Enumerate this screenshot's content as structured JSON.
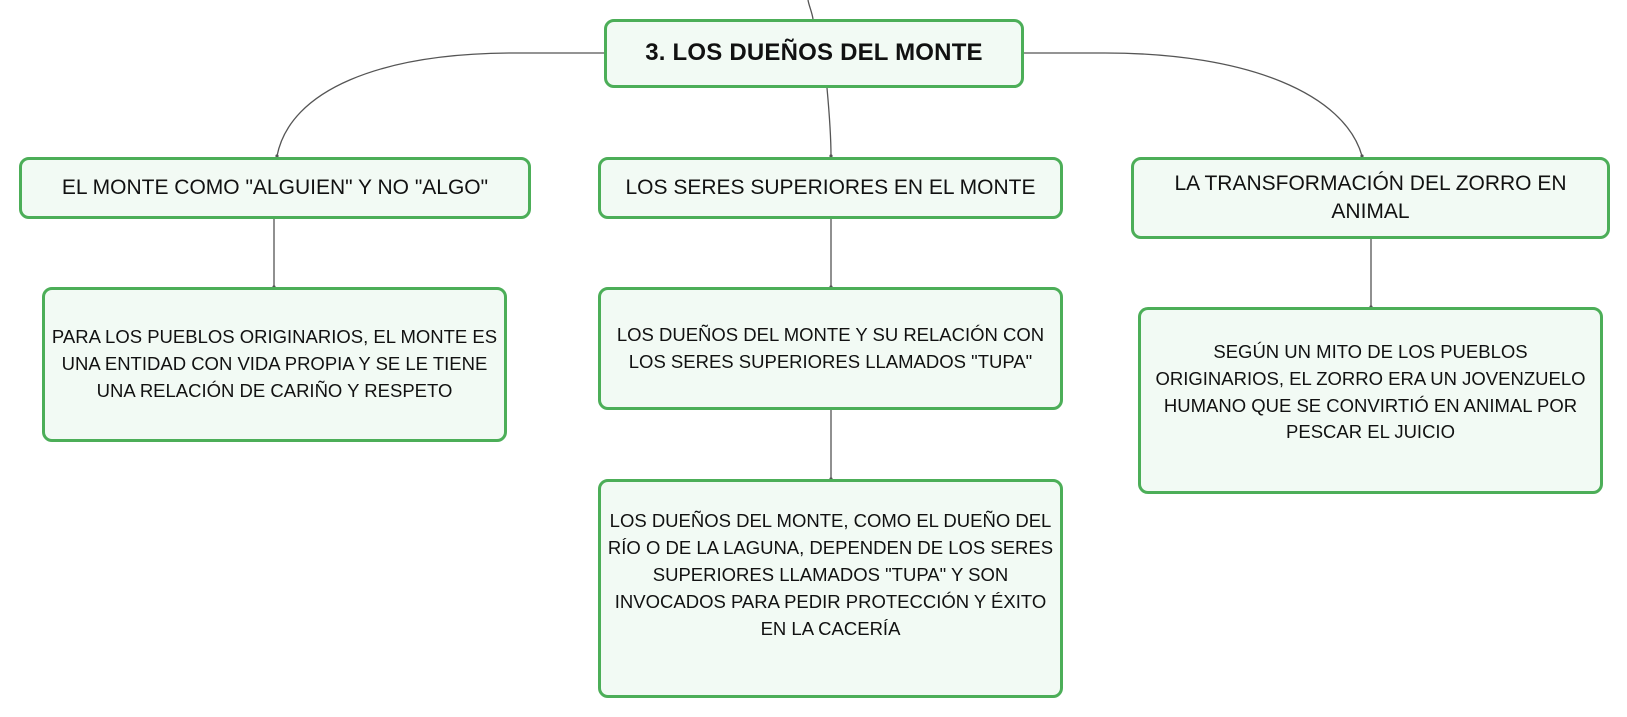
{
  "colors": {
    "node_border": "#4cae58",
    "node_fill": "#f2faf4",
    "connector": "#555555",
    "text": "#111111"
  },
  "diagram": {
    "root": {
      "label": "3. LOS DUEÑOS DEL MONTE"
    },
    "branches": [
      {
        "label": "EL MONTE COMO \"ALGUIEN\" Y NO \"ALGO\"",
        "children": [
          {
            "label": "PARA LOS PUEBLOS ORIGINARIOS, EL MONTE ES UNA ENTIDAD CON VIDA PROPIA Y SE LE TIENE UNA RELACIÓN DE CARIÑO Y RESPETO"
          }
        ]
      },
      {
        "label": "LOS SERES SUPERIORES EN EL MONTE",
        "children": [
          {
            "label": "LOS DUEÑOS DEL MONTE Y SU RELACIÓN CON LOS SERES SUPERIORES LLAMADOS \"TUPA\""
          },
          {
            "label": "LOS DUEÑOS DEL MONTE, COMO EL DUEÑO DEL RÍO O DE LA LAGUNA, DEPENDEN DE LOS SERES SUPERIORES LLAMADOS \"TUPA\" Y SON INVOCADOS PARA PEDIR PROTECCIÓN Y ÉXITO EN LA CACERÍA"
          }
        ]
      },
      {
        "label": "LA TRANSFORMACIÓN DEL ZORRO EN ANIMAL",
        "children": [
          {
            "label": "SEGÚN UN MITO DE LOS PUEBLOS ORIGINARIOS, EL ZORRO ERA UN JOVENZUELO HUMANO QUE SE CONVIRTIÓ EN ANIMAL POR PESCAR EL JUICIO"
          }
        ]
      }
    ]
  }
}
